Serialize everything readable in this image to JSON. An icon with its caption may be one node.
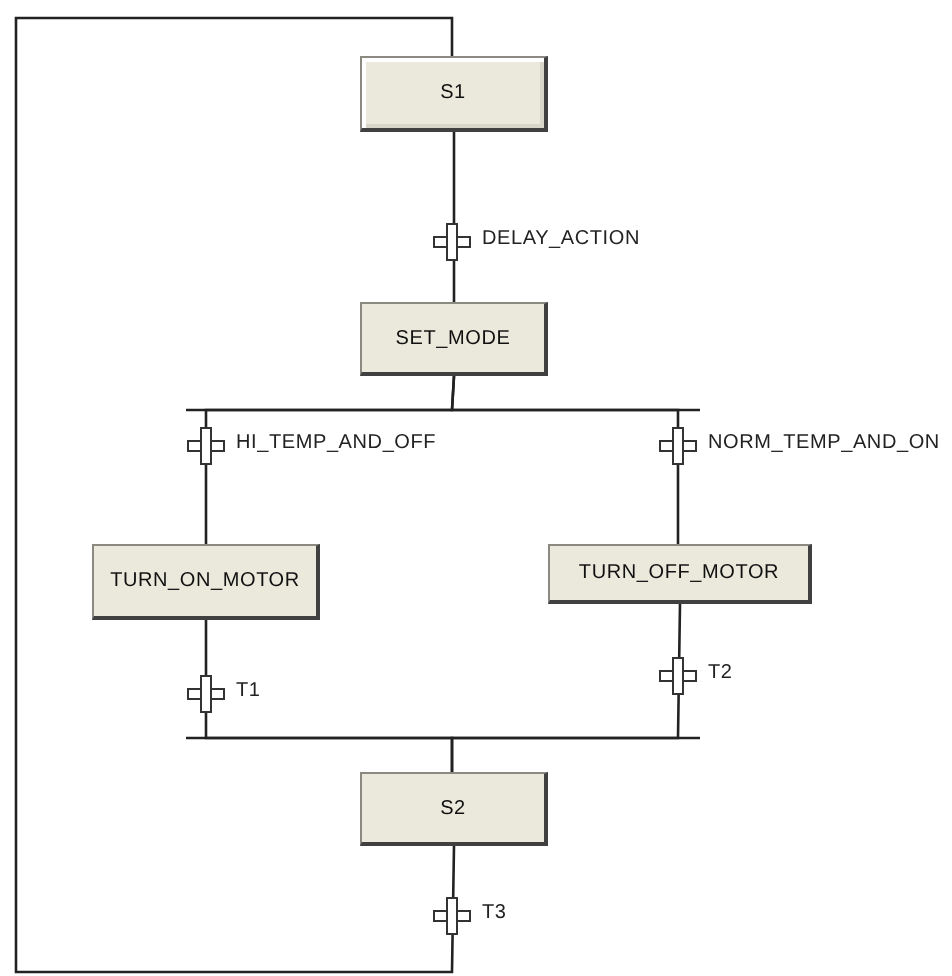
{
  "diagram": {
    "nodes": [
      {
        "text": [
          "S1"
        ]
      },
      {
        "text": [
          "SET_MODE"
        ]
      },
      {
        "text": [
          "TURN_ON_MOTOR"
        ]
      },
      {
        "text": [
          "TURN_OFF_MOTOR"
        ]
      },
      {
        "text": [
          "S2"
        ]
      }
    ],
    "edges": [
      {
        "from": 0,
        "to": 1,
        "arrow": "none",
        "label": "DELAY_ACTION"
      },
      {
        "from": 1,
        "to": 2,
        "arrow": "none",
        "label": "HI_TEMP_AND_OFF"
      },
      {
        "from": 1,
        "to": 3,
        "arrow": "none",
        "label": "NORM_TEMP_AND_ON"
      },
      {
        "from": 2,
        "to": 4,
        "arrow": "none",
        "label": "T1"
      },
      {
        "from": 3,
        "to": 4,
        "arrow": "none",
        "label": "T2"
      },
      {
        "from": 4,
        "to": 0,
        "arrow": "none",
        "label": "T3"
      }
    ]
  }
}
